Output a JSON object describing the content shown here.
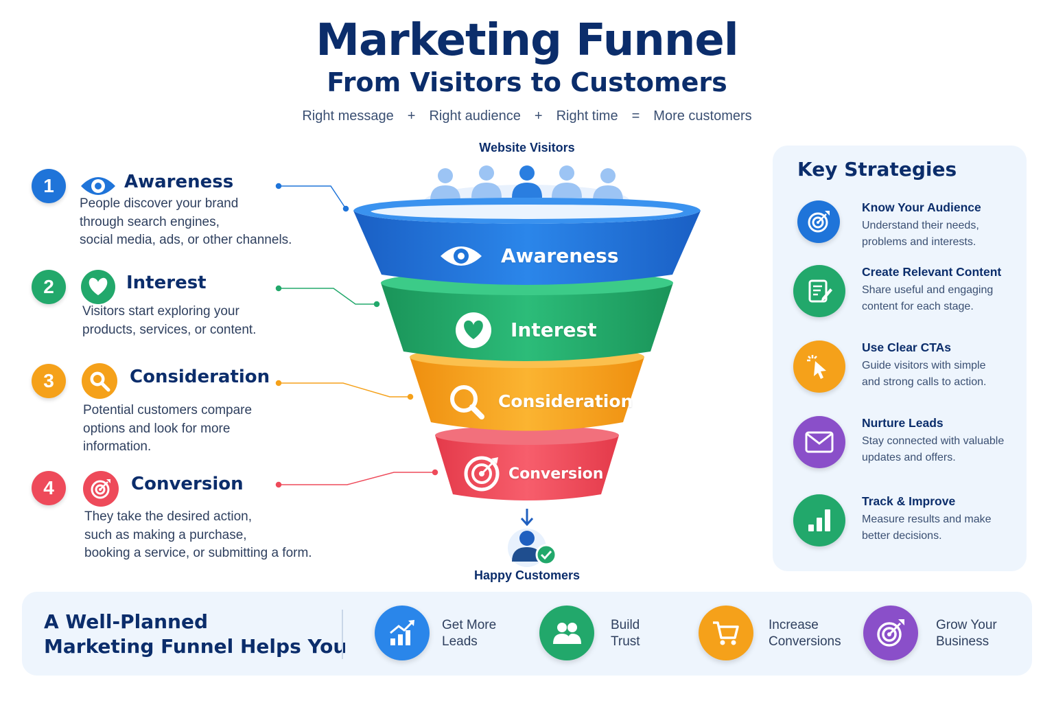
{
  "header": {
    "title": "Marketing Funnel",
    "subtitle": "From Visitors to Customers",
    "formula": {
      "part1": "Right message",
      "op1": "+",
      "part2": "Right audience",
      "op2": "+",
      "part3": "Right time",
      "op3": "=",
      "result": "More customers"
    }
  },
  "stages": [
    {
      "number": "1",
      "title": "Awareness",
      "icon": "eye-icon",
      "color": "#1f74d9",
      "description": "People discover your brand\nthrough search engines,\nsocial media, ads, or other channels."
    },
    {
      "number": "2",
      "title": "Interest",
      "icon": "heart-icon",
      "color": "#22a86b",
      "description": "Visitors start exploring your\nproducts, services, or content."
    },
    {
      "number": "3",
      "title": "Consideration",
      "icon": "magnifier-icon",
      "color": "#f5a11a",
      "description": "Potential customers compare\noptions and look for more\ninformation."
    },
    {
      "number": "4",
      "title": "Conversion",
      "icon": "target-icon",
      "color": "#ee4a5a",
      "description": "They take the desired action,\nsuch as making a purchase,\nbooking a service, or submitting a form."
    }
  ],
  "funnel": {
    "top_label": "Website Visitors",
    "bottom_label": "Happy Customers",
    "layers": [
      {
        "label": "Awareness",
        "color": "#1f74d9"
      },
      {
        "label": "Interest",
        "color": "#22a86b"
      },
      {
        "label": "Consideration",
        "color": "#f5a11a"
      },
      {
        "label": "Conversion",
        "color": "#ee4a5a"
      }
    ]
  },
  "key_strategies": {
    "title": "Key Strategies",
    "items": [
      {
        "title": "Know Your Audience",
        "description": "Understand their needs,\nproblems and interests.",
        "icon": "target-icon",
        "color": "#1f74d9"
      },
      {
        "title": "Create Relevant Content",
        "description": "Share useful and engaging\ncontent for each stage.",
        "icon": "document-edit-icon",
        "color": "#22a86b"
      },
      {
        "title": "Use Clear CTAs",
        "description": "Guide visitors with simple\nand strong calls to action.",
        "icon": "cursor-click-icon",
        "color": "#f5a11a"
      },
      {
        "title": "Nurture Leads",
        "description": "Stay connected with valuable\nupdates and offers.",
        "icon": "envelope-icon",
        "color": "#8a4fc9"
      },
      {
        "title": "Track & Improve",
        "description": "Measure results and make\nbetter decisions.",
        "icon": "bar-chart-icon",
        "color": "#22a86b"
      }
    ]
  },
  "bottom": {
    "title": "A Well-Planned\nMarketing Funnel Helps You",
    "benefits": [
      {
        "label": "Get More\nLeads",
        "icon": "growth-chart-icon",
        "color": "#1f74d9"
      },
      {
        "label": "Build\nTrust",
        "icon": "users-icon",
        "color": "#22a86b"
      },
      {
        "label": "Increase\nConversions",
        "icon": "cart-icon",
        "color": "#f5a11a"
      },
      {
        "label": "Grow Your\nBusiness",
        "icon": "target-icon",
        "color": "#8a4fc9"
      }
    ]
  }
}
